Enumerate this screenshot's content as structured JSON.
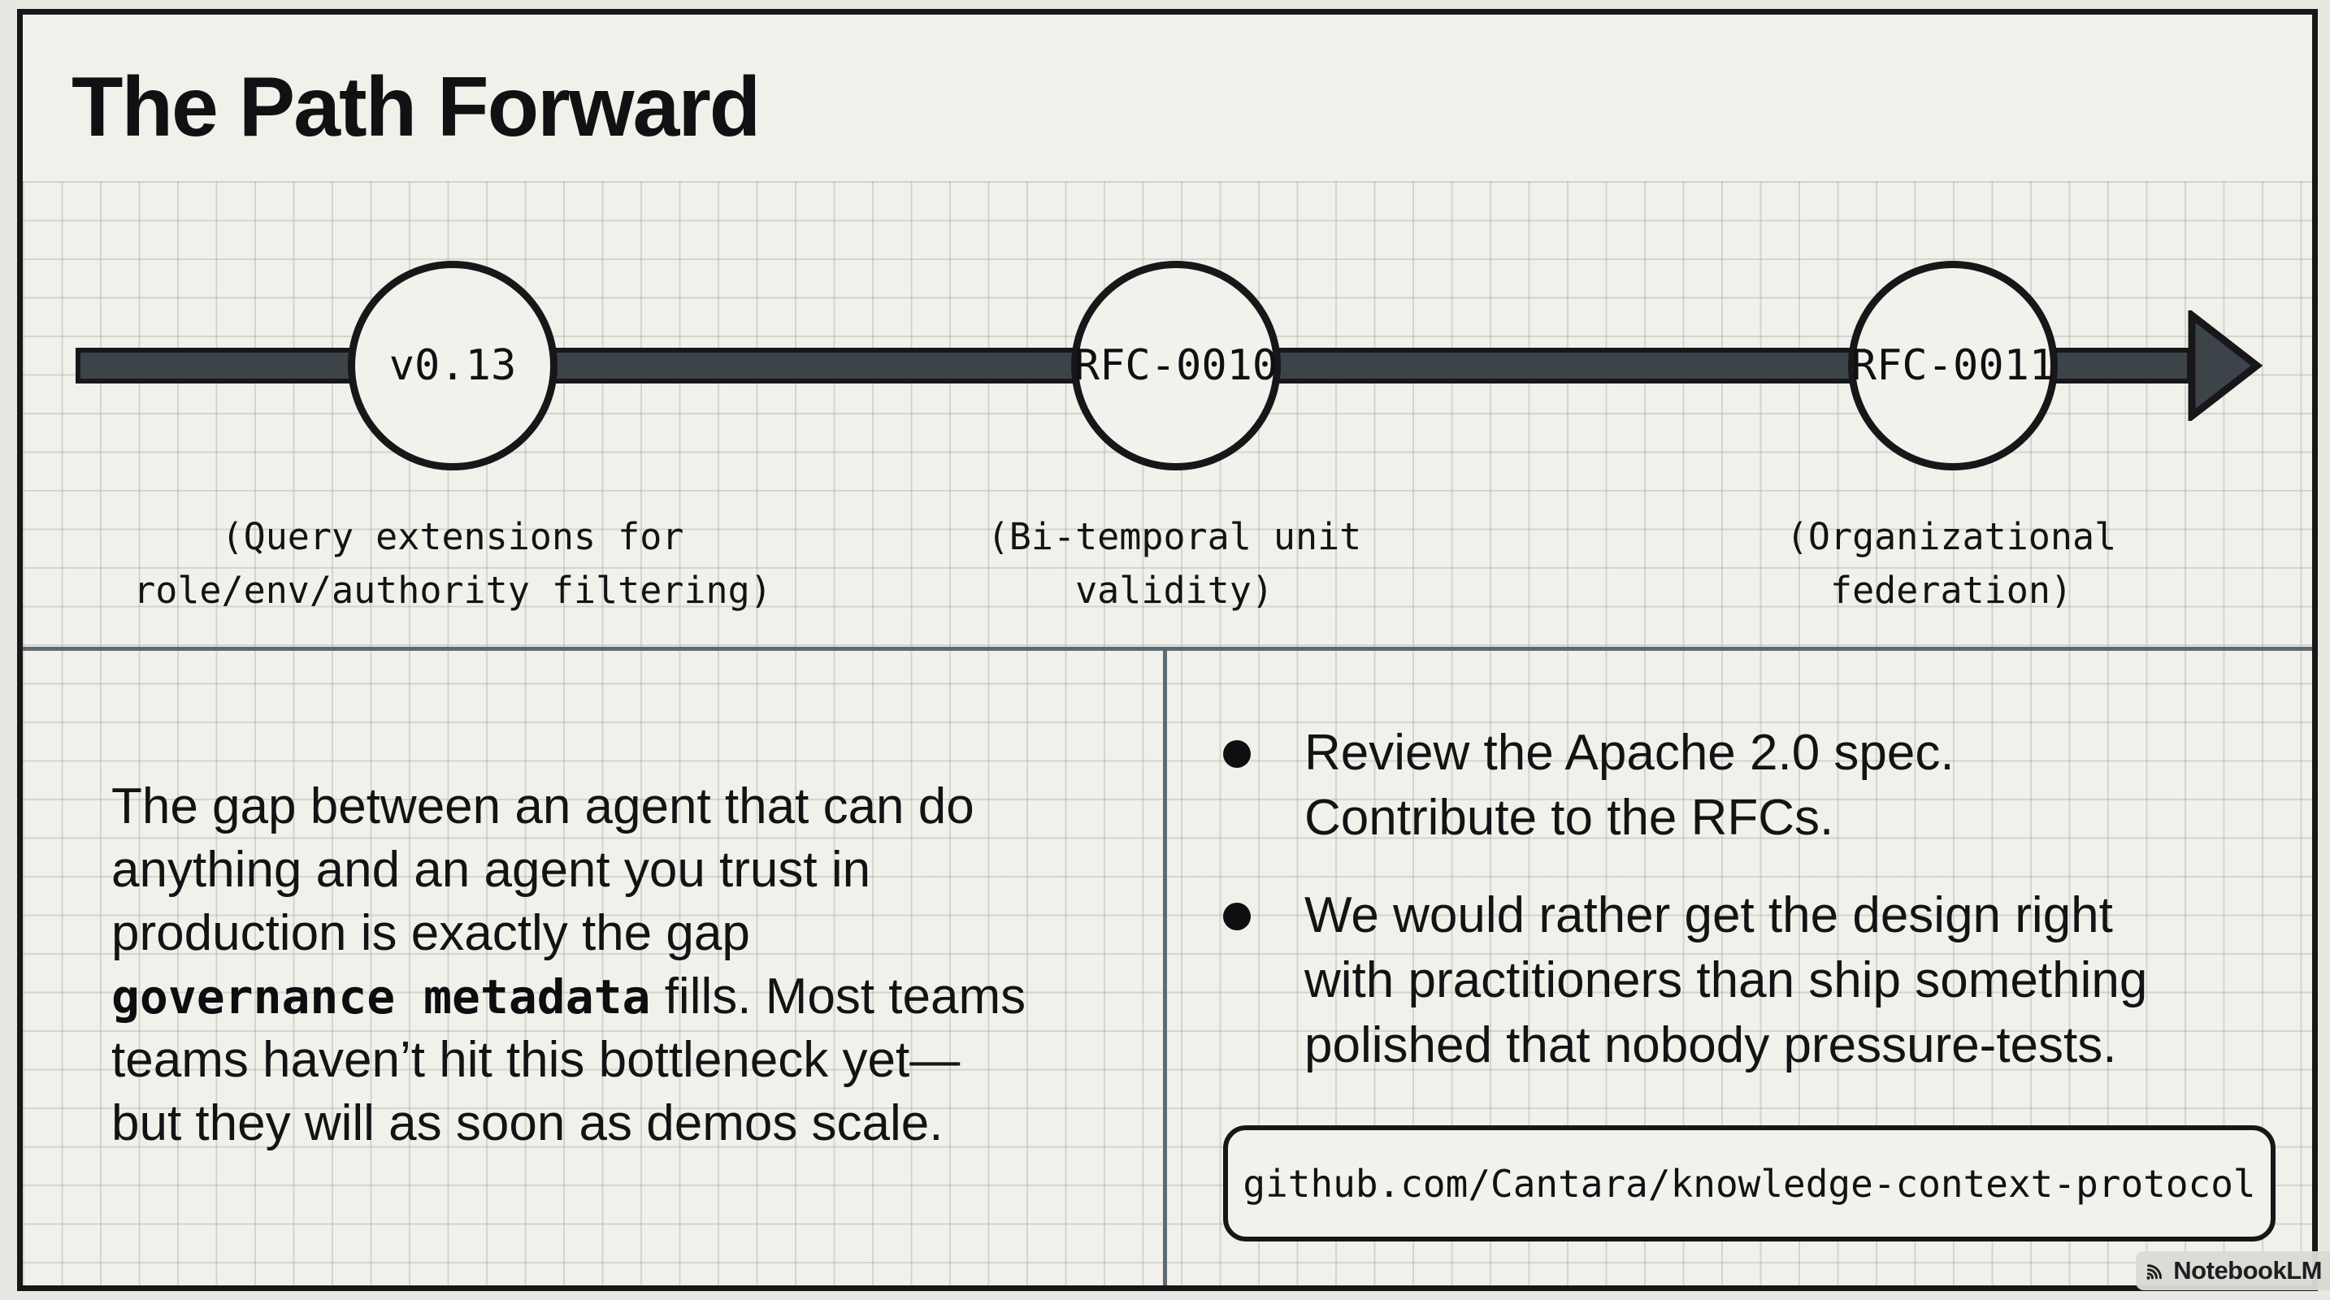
{
  "title": "The Path Forward",
  "timeline": {
    "milestones": [
      {
        "label": "v0.13",
        "caption_line1": "(Query extensions for",
        "caption_line2": "role/env/authority filtering)"
      },
      {
        "label": "RFC-0010",
        "caption_line1": "(Bi-temporal unit",
        "caption_line2": "validity)"
      },
      {
        "label": "RFC-0011",
        "caption_line1": "(Organizational",
        "caption_line2": "federation)"
      }
    ]
  },
  "left_panel": {
    "line1": "The gap between an agent that can do",
    "line2": "anything and an agent you trust in",
    "line3": "production is exactly the gap",
    "line4_emphasis": "governance metadata",
    "line4_rest": " fills. Most teams",
    "line5": "teams haven’t hit this bottleneck yet—",
    "line6": "but they will as soon as demos scale."
  },
  "right_panel": {
    "bullets": [
      {
        "lines": [
          "Review the Apache 2.0 spec.",
          "Contribute to the RFCs."
        ]
      },
      {
        "lines": [
          "We would rather get the design right",
          "with practitioners than ship something",
          "polished that nobody pressure-tests."
        ]
      }
    ],
    "repo_link": "github.com/Cantara/knowledge-context-protocol"
  },
  "watermark": {
    "label": "NotebookLM"
  },
  "colors": {
    "slide_background": "#f1f0ea",
    "outer_background": "#e8e7e1",
    "ink": "#17171a",
    "timeline_bar_fill": "#3c4349",
    "divider": "#5d6b71",
    "badge_background": "#dbdad4"
  }
}
